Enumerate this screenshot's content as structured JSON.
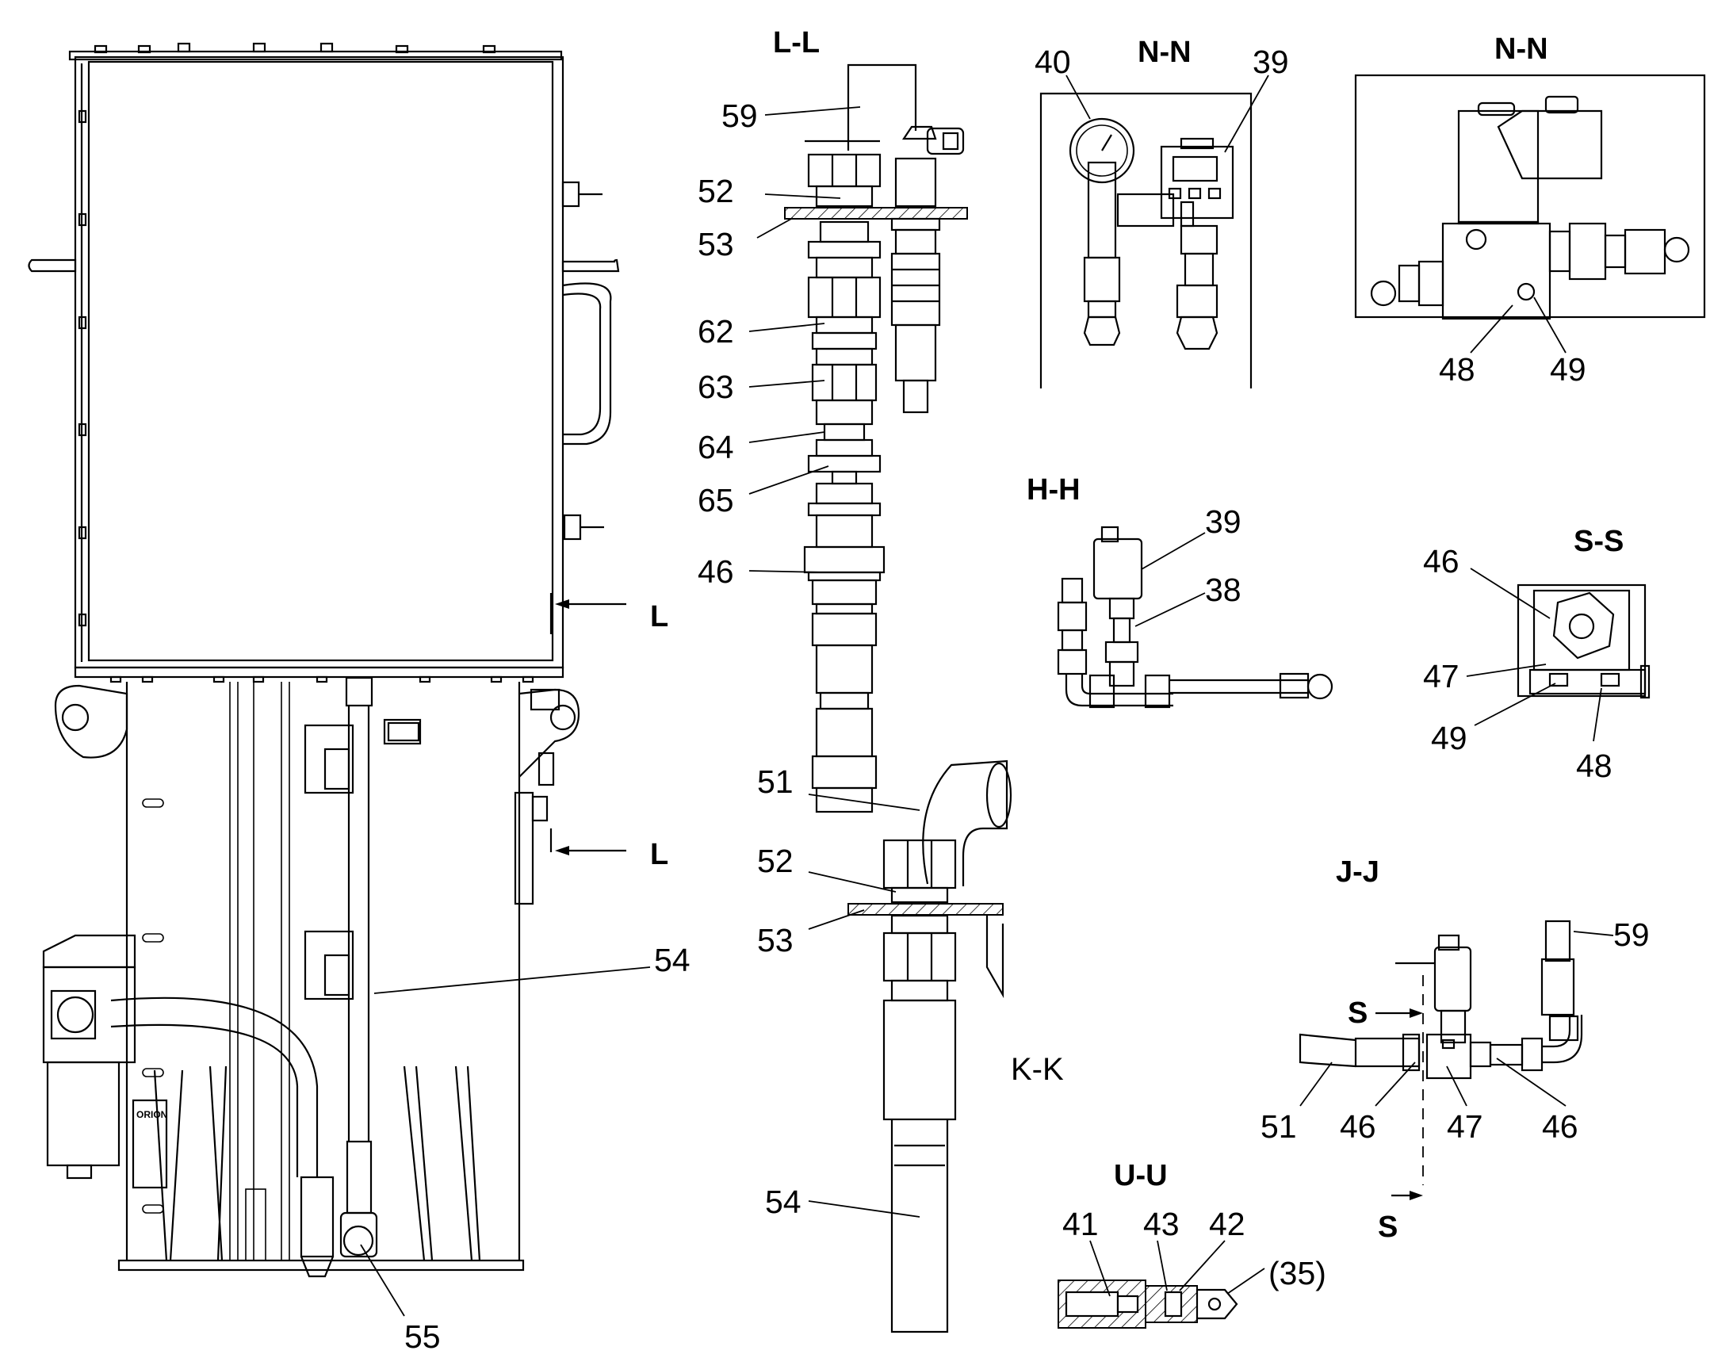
{
  "sections": {
    "ll": "L-L",
    "nn1": "N-N",
    "nn2": "N-N",
    "hh": "H-H",
    "ss": "S-S",
    "jj": "J-J",
    "kk": "K-K",
    "uu": "U-U"
  },
  "section_marks": {
    "l_upper": "L",
    "l_lower": "L",
    "s_upper": "S",
    "s_lower": "S"
  },
  "callouts": {
    "main_54": "54",
    "main_55": "55",
    "ll_59": "59",
    "ll_52": "52",
    "ll_53": "53",
    "ll_62": "62",
    "ll_63": "63",
    "ll_64": "64",
    "ll_65": "65",
    "ll_46": "46",
    "nn1_40": "40",
    "nn1_39": "39",
    "nn2_48": "48",
    "nn2_49": "49",
    "hh_39": "39",
    "hh_38": "38",
    "ss_46": "46",
    "ss_47": "47",
    "ss_49": "49",
    "ss_48": "48",
    "kk_51": "51",
    "kk_52": "52",
    "kk_53": "53",
    "kk_54": "54",
    "jj_59": "59",
    "jj_51": "51",
    "jj_46a": "46",
    "jj_47": "47",
    "jj_46b": "46",
    "uu_41": "41",
    "uu_43": "43",
    "uu_42": "42",
    "uu_35": "(35)"
  },
  "labels": {
    "nameplate_brand": "ORION"
  }
}
